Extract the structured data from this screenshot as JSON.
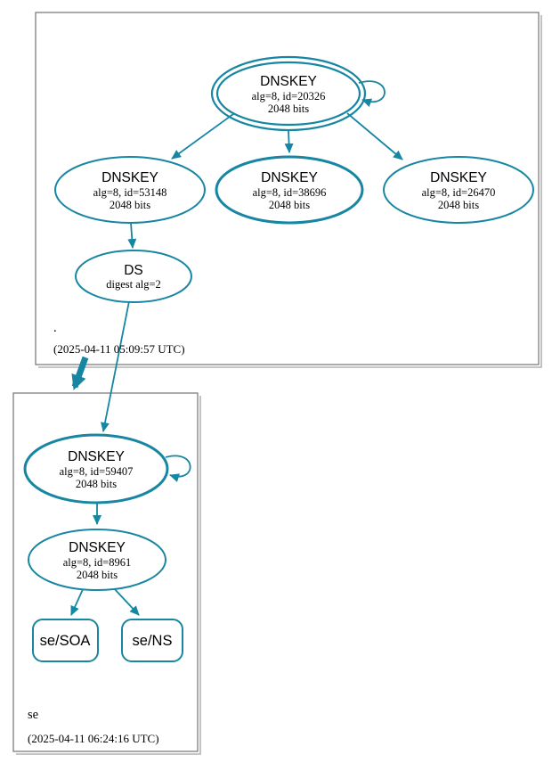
{
  "colors": {
    "edge_teal": "#1786a2",
    "node_fill_gray": "#d3d3d3",
    "node_fill_white": "#ffffff",
    "cluster_border": "#737373",
    "cluster_shadow": "#b4b4b4",
    "text": "#000000"
  },
  "clusters": [
    {
      "label": ".",
      "timestamp": "(2025-04-11 05:09:57 UTC)"
    },
    {
      "label": "se",
      "timestamp": "(2025-04-11 06:24:16 UTC)"
    }
  ],
  "nodes": {
    "ksk_root": {
      "title": "DNSKEY",
      "line2": "alg=8, id=20326",
      "line3": "2048 bits"
    },
    "key_53148": {
      "title": "DNSKEY",
      "line2": "alg=8, id=53148",
      "line3": "2048 bits"
    },
    "key_38696": {
      "title": "DNSKEY",
      "line2": "alg=8, id=38696",
      "line3": "2048 bits"
    },
    "key_26470": {
      "title": "DNSKEY",
      "line2": "alg=8, id=26470",
      "line3": "2048 bits"
    },
    "ds_root": {
      "title": "DS",
      "line2": "digest alg=2"
    },
    "ksk_59407": {
      "title": "DNSKEY",
      "line2": "alg=8, id=59407",
      "line3": "2048 bits"
    },
    "zsk_8961": {
      "title": "DNSKEY",
      "line2": "alg=8, id=8961",
      "line3": "2048 bits"
    },
    "rrset_soa": {
      "label": "se/SOA"
    },
    "rrset_ns": {
      "label": "se/NS"
    }
  }
}
